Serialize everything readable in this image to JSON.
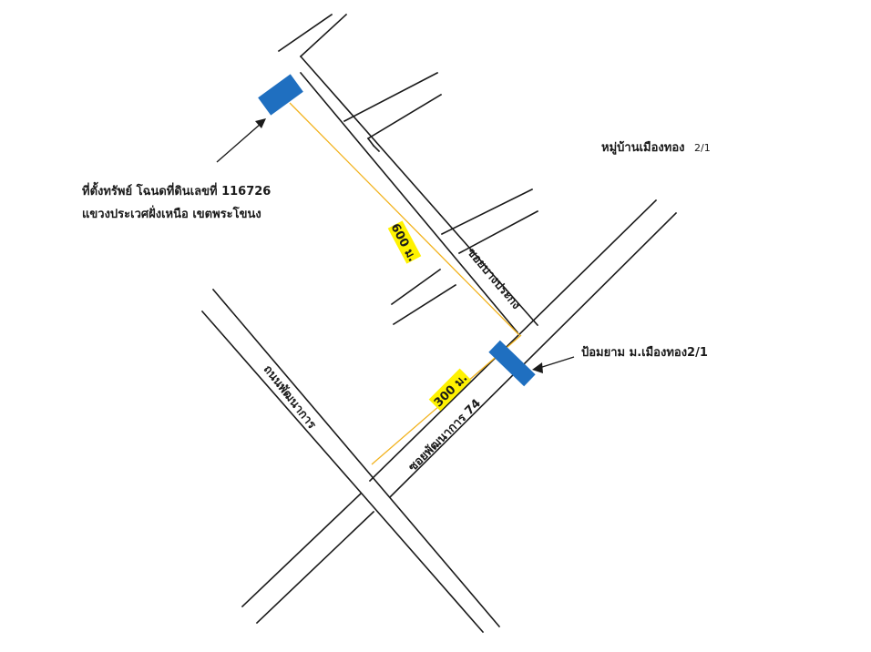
{
  "map": {
    "property_note": {
      "line1": "ที่ตั้งทรัพย์ โฉนดที่ดินเลขที่ 116726",
      "line2": "แขวงประเวศฝั่งเหนือ เขตพระโขนง"
    },
    "village_label": {
      "name": "หมู่บ้านเมืองทอง",
      "number": "2/1"
    },
    "guard_post_label": "ป้อมยาม ม.เมืองทอง2/1",
    "roads": {
      "soi_bang_prakong": "ซอยบางประกง",
      "thanon_phatthanakan": "ถนนพัฒนาการ",
      "soi_phatthanakan_74": "ซอยพัฒนาการ 74"
    },
    "distances": {
      "upper": "600 ม.",
      "lower": "300 ม."
    },
    "colors": {
      "marker": "#1f6fc0",
      "distance_line": "#f2b21c",
      "distance_label_bg": "#fff200",
      "road": "#1a1a1a"
    }
  }
}
